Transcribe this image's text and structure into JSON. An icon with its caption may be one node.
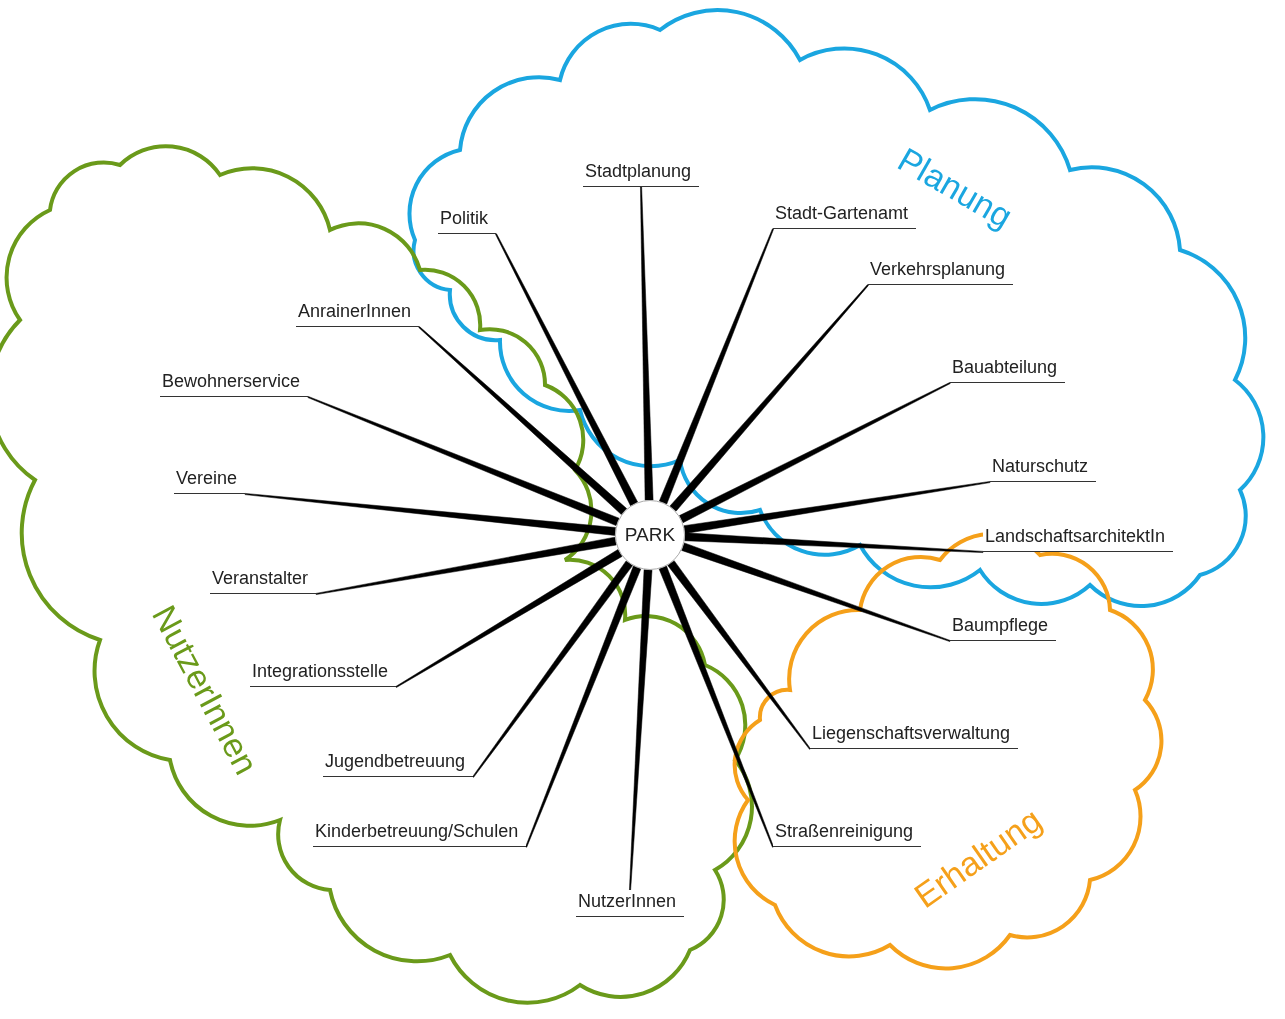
{
  "diagram": {
    "nodes": [
      {
        "text": [
          "Planung"
        ]
      },
      {
        "text": [
          "Stadtplanung"
        ],
        "in": 0
      },
      {
        "text": [
          "Politik"
        ],
        "in": 0
      },
      {
        "text": [
          "Stadt-Gartenamt"
        ],
        "in": 0
      },
      {
        "text": [
          "Verkehrsplanung"
        ],
        "in": 0
      },
      {
        "text": [
          "Bauabteilung"
        ],
        "in": 0
      },
      {
        "text": [
          "Naturschutz"
        ],
        "in": 0
      },
      {
        "text": [
          "LandschaftsarchitektIn"
        ],
        "in": 0
      },
      {
        "text": [
          "NutzerInnen"
        ]
      },
      {
        "text": [
          "AnrainerInnen"
        ],
        "in": 8
      },
      {
        "text": [
          "Bewohnerservice"
        ],
        "in": 8
      },
      {
        "text": [
          "Vereine"
        ],
        "in": 8
      },
      {
        "text": [
          "Veranstalter"
        ],
        "in": 8
      },
      {
        "text": [
          "Integrationsstelle"
        ],
        "in": 8
      },
      {
        "text": [
          "Jugendbetreuung"
        ],
        "in": 8
      },
      {
        "text": [
          "Kinderbetreuung/Schulen"
        ],
        "in": 8
      },
      {
        "text": [
          "NutzerInnen"
        ],
        "in": 8
      },
      {
        "text": [
          "PARK"
        ]
      },
      {
        "text": [
          "Erhaltung"
        ]
      },
      {
        "text": [
          "Baumpflege"
        ],
        "in": 18
      },
      {
        "text": [
          "Liegenschaftsverwaltung"
        ],
        "in": 18
      },
      {
        "text": [
          "Straßenreinigung"
        ],
        "in": 18
      }
    ],
    "edges": [
      {
        "from": 17,
        "to": 1,
        "arrow": "none"
      },
      {
        "from": 17,
        "to": 2,
        "arrow": "none"
      },
      {
        "from": 17,
        "to": 3,
        "arrow": "none"
      },
      {
        "from": 17,
        "to": 4,
        "arrow": "none"
      },
      {
        "from": 17,
        "to": 5,
        "arrow": "none"
      },
      {
        "from": 17,
        "to": 6,
        "arrow": "none"
      },
      {
        "from": 17,
        "to": 7,
        "arrow": "none"
      },
      {
        "from": 17,
        "to": 9,
        "arrow": "none"
      },
      {
        "from": 17,
        "to": 10,
        "arrow": "none"
      },
      {
        "from": 17,
        "to": 11,
        "arrow": "none"
      },
      {
        "from": 17,
        "to": 12,
        "arrow": "none"
      },
      {
        "from": 17,
        "to": 13,
        "arrow": "none"
      },
      {
        "from": 17,
        "to": 14,
        "arrow": "none"
      },
      {
        "from": 17,
        "to": 15,
        "arrow": "none"
      },
      {
        "from": 17,
        "to": 16,
        "arrow": "none"
      },
      {
        "from": 17,
        "to": 19,
        "arrow": "none"
      },
      {
        "from": 17,
        "to": 20,
        "arrow": "none"
      },
      {
        "from": 17,
        "to": 21,
        "arrow": "none"
      }
    ]
  }
}
